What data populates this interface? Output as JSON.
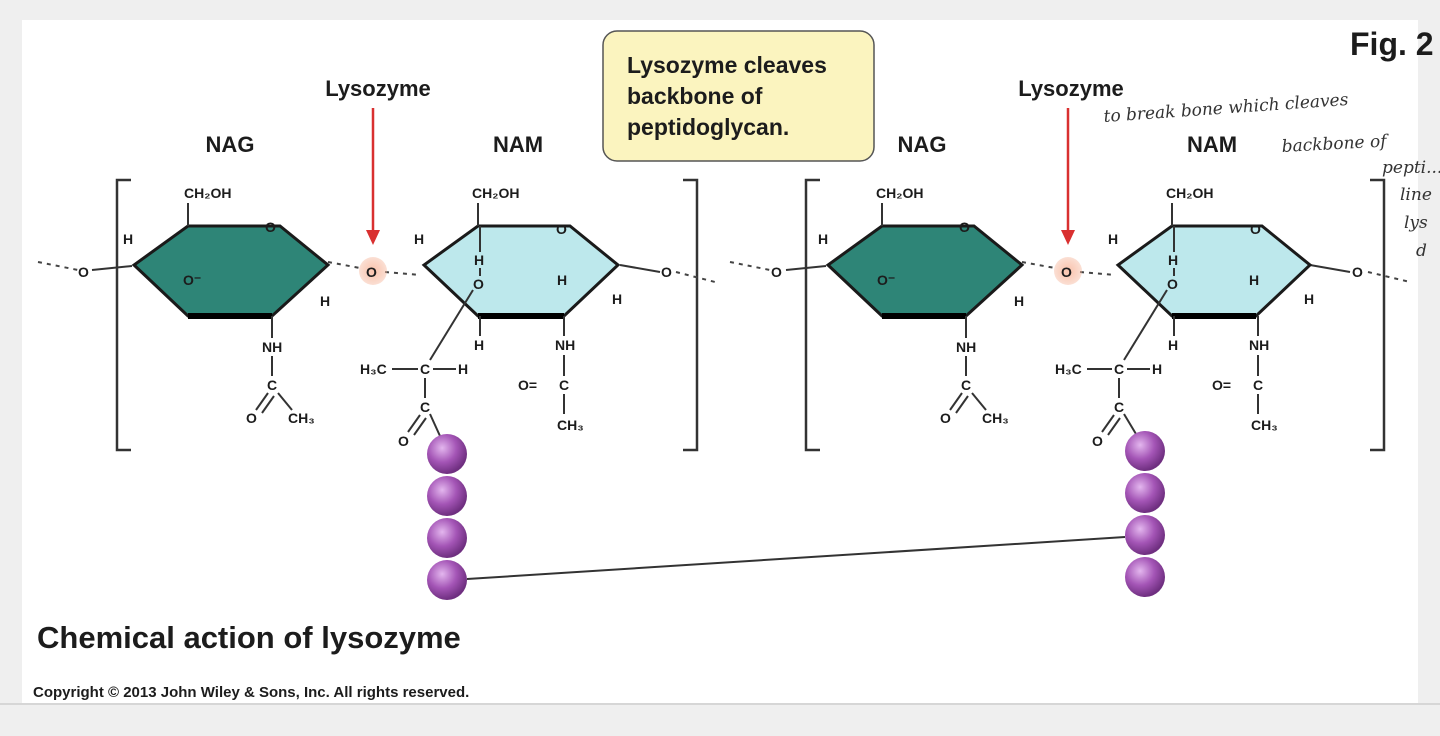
{
  "figure_ref": "Fig. 2",
  "callout": {
    "line1": "Lysozyme cleaves",
    "line2": "backbone of",
    "line3": "peptidoglycan."
  },
  "enzyme_label": "Lysozyme",
  "sugars": {
    "nag": "NAG",
    "nam": "NAM"
  },
  "atoms": {
    "ch2oh": "CH₂OH",
    "o": "O",
    "o_minus": "O⁻",
    "h": "H",
    "nh": "NH",
    "c": "C",
    "ch3": "CH₃",
    "h3c": "H₃C",
    "o_eq": "O="
  },
  "handwritten_note": {
    "line1": "to break bone which cleaves",
    "line2": "backbone of",
    "line3": "pepti...",
    "line4": "line",
    "line5": "lys",
    "line6": "d"
  },
  "caption": "Chemical action of lysozyme",
  "copyright": "Copyright © 2013 John Wiley & Sons, Inc. All rights reserved.",
  "colors": {
    "nag_fill": "#2e8577",
    "nam_fill": "#bde8ec",
    "arrow": "#d93030",
    "cleaved_oxygen_glow": "#f6b9a0",
    "peptide": "#a455b6",
    "callout_fill": "#fbf4bf"
  }
}
